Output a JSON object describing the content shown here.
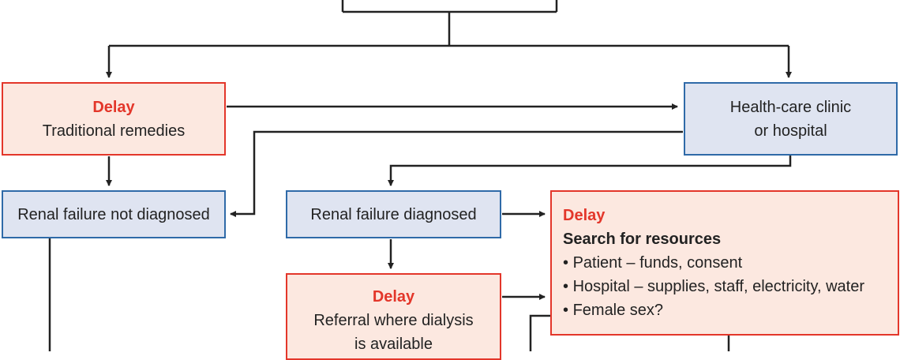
{
  "colors": {
    "delay_fill": "#fce8e0",
    "delay_border": "#e3362a",
    "delay_text": "#e3362a",
    "care_fill": "#dfe4f1",
    "care_border": "#2f6aa8",
    "connector": "#222222"
  },
  "nodes": {
    "traditional": {
      "delay_label": "Delay",
      "text": "Traditional remedies"
    },
    "clinic": {
      "line1": "Health-care clinic",
      "line2": "or hospital"
    },
    "not_diagnosed": {
      "text": "Renal failure not diagnosed"
    },
    "diagnosed": {
      "text": "Renal failure diagnosed"
    },
    "referral": {
      "delay_label": "Delay",
      "line1": "Referral where dialysis",
      "line2": "is available"
    },
    "resources": {
      "delay_label": "Delay",
      "heading": "Search for resources",
      "bullets": [
        "Patient – funds, consent",
        "Hospital – supplies, staff, electricity, water",
        "Female sex?"
      ]
    }
  }
}
